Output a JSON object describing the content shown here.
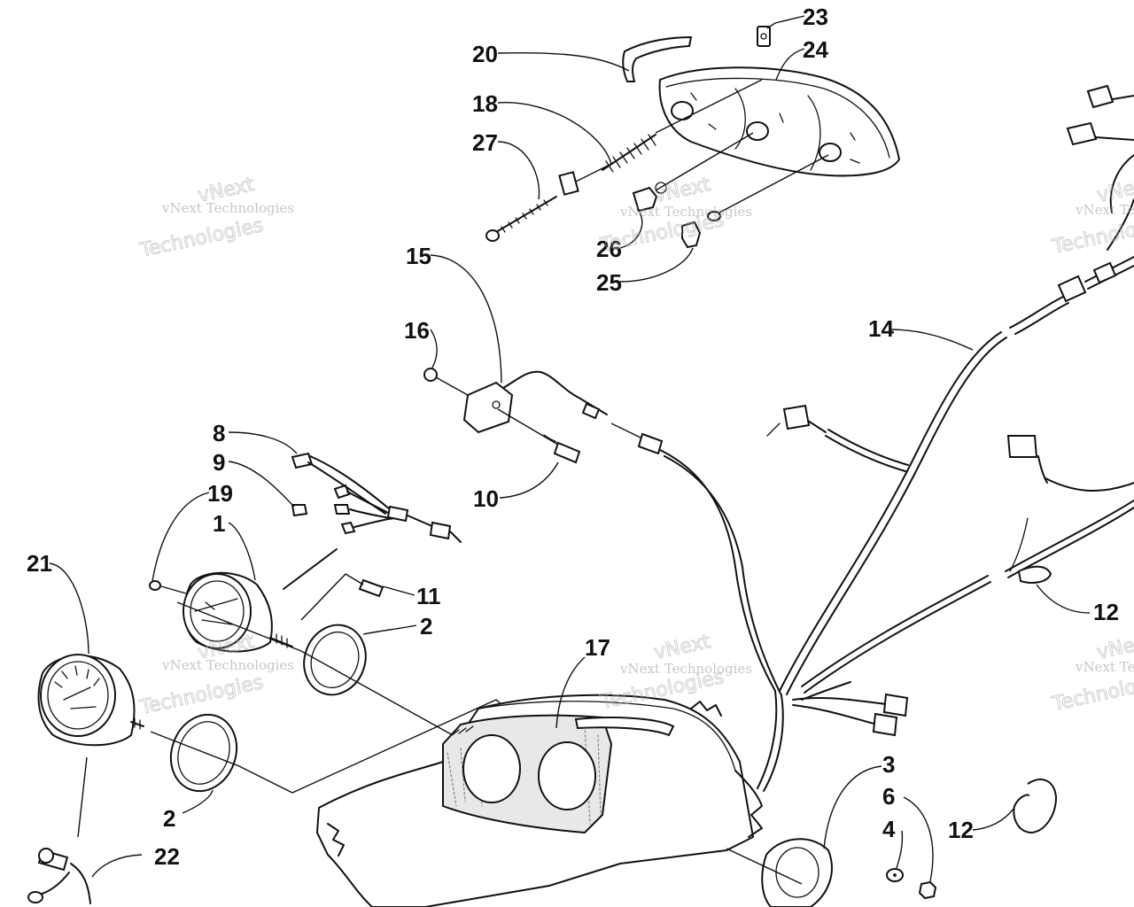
{
  "callouts": {
    "c1": "1",
    "c2a": "2",
    "c2b": "2",
    "c3": "3",
    "c4": "4",
    "c6": "6",
    "c8": "8",
    "c9": "9",
    "c10": "10",
    "c11": "11",
    "c12a": "12",
    "c12b": "12",
    "c14": "14",
    "c15": "15",
    "c16": "16",
    "c17": "17",
    "c18": "18",
    "c19": "19",
    "c20": "20",
    "c21": "21",
    "c22": "22",
    "c23": "23",
    "c24": "24",
    "c25": "25",
    "c26": "26",
    "c27": "27"
  },
  "watermark": {
    "line1": "vNext Technologies",
    "line2": "vNext",
    "line3": "Technologies"
  }
}
